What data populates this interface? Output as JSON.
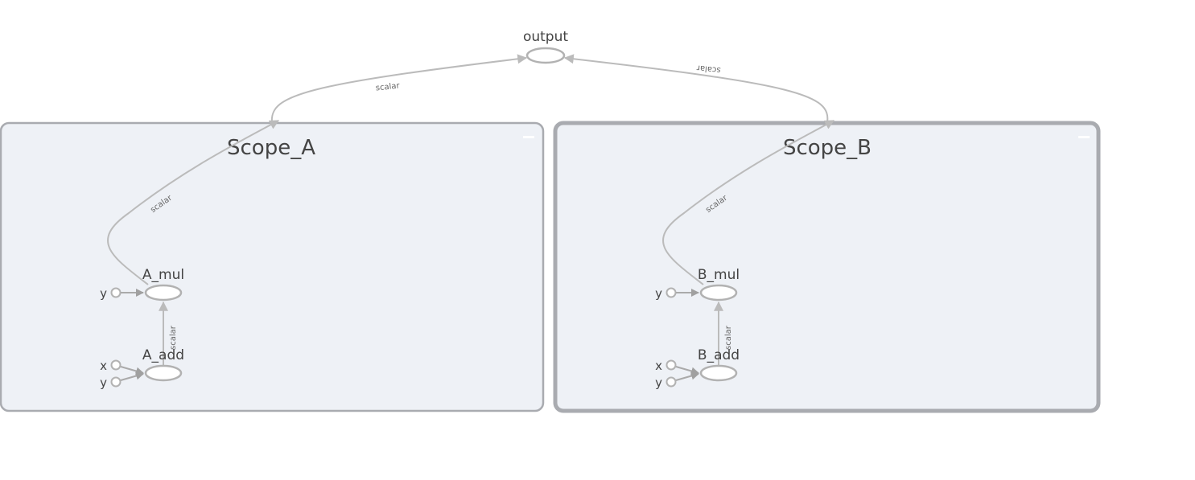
{
  "graph": {
    "output_node": "output",
    "scopes": [
      {
        "title": "Scope_A",
        "mul_node": "A_mul",
        "add_node": "A_add",
        "mul_input": "y",
        "add_inputs": [
          "x",
          "y"
        ],
        "edge_mul_to_output": "scalar",
        "edge_add_to_mul": "scalar",
        "selected": false
      },
      {
        "title": "Scope_B",
        "mul_node": "B_mul",
        "add_node": "B_add",
        "mul_input": "y",
        "add_inputs": [
          "x",
          "y"
        ],
        "edge_mul_to_output": "scalar",
        "edge_add_to_mul": "scalar",
        "selected": true
      }
    ],
    "edge_scope_a_to_output": "scalar",
    "edge_scope_b_to_output": "scalar",
    "colors": {
      "scope_fill": "#eef1f6",
      "scope_stroke": "#a9abb0",
      "edge": "#bbbbbb",
      "node_stroke": "#b2b2b2",
      "text": "#444444"
    }
  }
}
